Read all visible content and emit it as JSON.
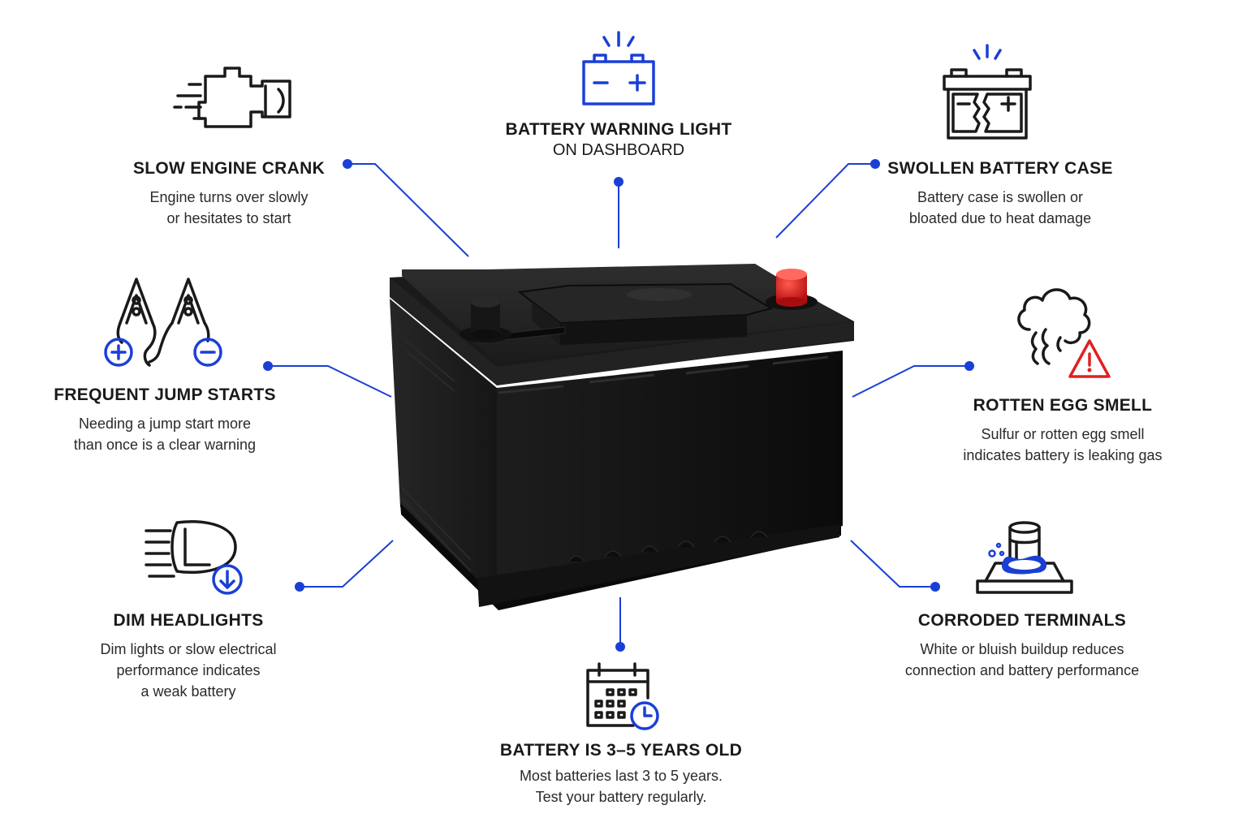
{
  "colors": {
    "accent": "#1a3fd6",
    "ink": "#1a1a1a",
    "warning": "#e02020",
    "terminal_red": "#d81e1e",
    "battery_body": "#151515"
  },
  "callouts": {
    "slow_crank": {
      "icon": "engine-icon",
      "title": "SLOW ENGINE CRANK",
      "desc": [
        "Engine turns over slowly",
        "or hesitates to start"
      ]
    },
    "warning_light": {
      "icon": "battery-warning-icon",
      "title": "BATTERY WARNING LIGHT",
      "subtitle": "ON DASHBOARD"
    },
    "swollen_case": {
      "icon": "swollen-battery-icon",
      "title": "SWOLLEN BATTERY CASE",
      "desc": [
        "Battery case is swollen or",
        "bloated due to heat damage"
      ]
    },
    "jump_starts": {
      "icon": "jumper-cables-icon",
      "title": "FREQUENT JUMP STARTS",
      "desc": [
        "Needing a jump start more",
        "than once is a clear warning"
      ]
    },
    "rotten_egg": {
      "icon": "smell-cloud-warning-icon",
      "title": "ROTTEN EGG SMELL",
      "desc": [
        "Sulfur or rotten egg smell",
        "indicates battery is leaking gas"
      ]
    },
    "dim_headlights": {
      "icon": "dim-headlight-icon",
      "title": "DIM HEADLIGHTS",
      "desc": [
        "Dim lights or slow electrical",
        "performance indicates",
        "a weak battery"
      ]
    },
    "corroded": {
      "icon": "corroded-terminal-icon",
      "title": "CORRODED TERMINALS",
      "desc": [
        "White or bluish buildup reduces",
        "connection and battery performance"
      ]
    },
    "age": {
      "icon": "calendar-clock-icon",
      "title": "BATTERY IS 3–5 YEARS OLD",
      "desc": [
        "Most batteries last 3 to 5 years.",
        "Test your battery regularly."
      ]
    }
  }
}
